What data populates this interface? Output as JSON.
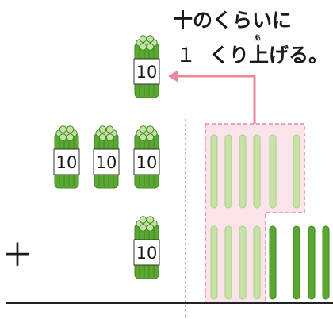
{
  "caption": {
    "line1": "十のくらいに",
    "line2_digit": "１",
    "line2_text": "くり上げる。",
    "ruby": "あ"
  },
  "operator": "＋",
  "bundle_label": "10",
  "colors": {
    "stick_dark": "#5aa832",
    "stick_light": "#c6e2a6",
    "arrow": "#e8889a",
    "region_fill": "#fbe3ea",
    "region_stroke": "#e8889a",
    "line": "#222222"
  }
}
